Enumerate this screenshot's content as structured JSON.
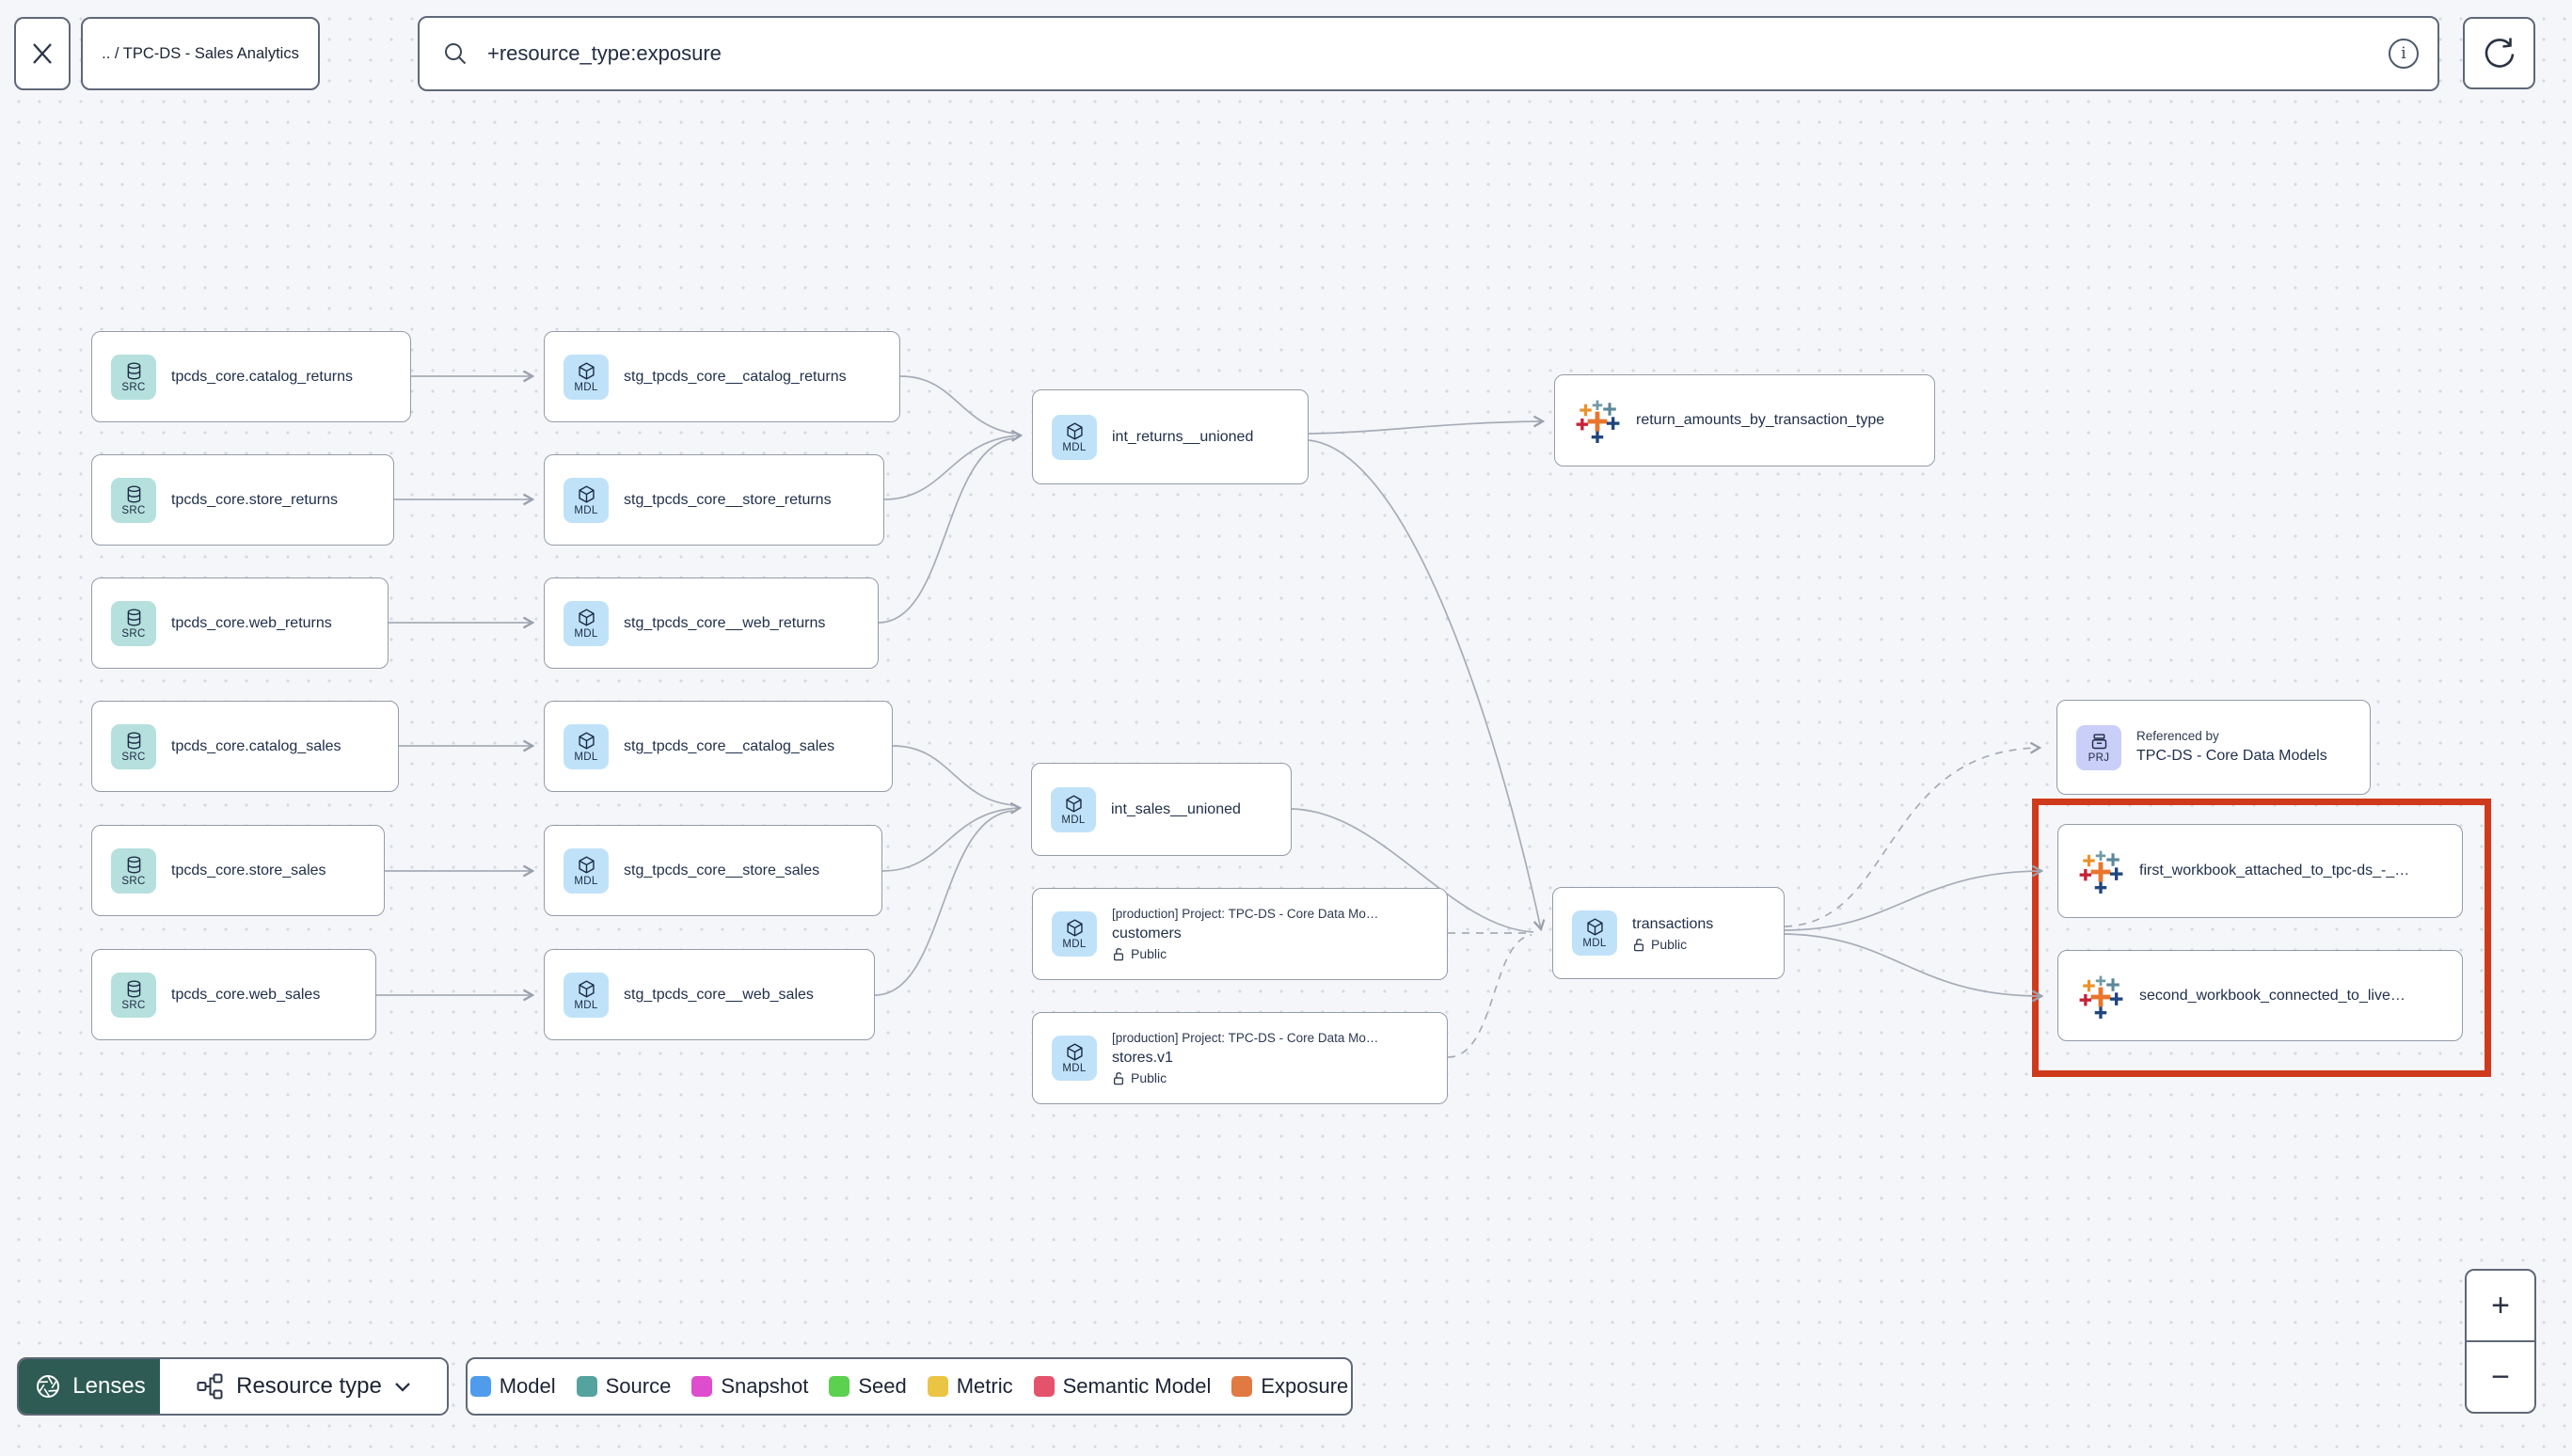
{
  "toolbar": {
    "breadcrumb": ".. / TPC-DS - Sales Analytics",
    "search_value": "+resource_type:exposure"
  },
  "graph": {
    "nodes": [
      {
        "id": "src_catalog_returns",
        "kind": "source",
        "chip": "SRC",
        "label": "tpcds_core.catalog_returns"
      },
      {
        "id": "src_store_returns",
        "kind": "source",
        "chip": "SRC",
        "label": "tpcds_core.store_returns"
      },
      {
        "id": "src_web_returns",
        "kind": "source",
        "chip": "SRC",
        "label": "tpcds_core.web_returns"
      },
      {
        "id": "src_catalog_sales",
        "kind": "source",
        "chip": "SRC",
        "label": "tpcds_core.catalog_sales"
      },
      {
        "id": "src_store_sales",
        "kind": "source",
        "chip": "SRC",
        "label": "tpcds_core.store_sales"
      },
      {
        "id": "src_web_sales",
        "kind": "source",
        "chip": "SRC",
        "label": "tpcds_core.web_sales"
      },
      {
        "id": "stg_catalog_returns",
        "kind": "model",
        "chip": "MDL",
        "label": "stg_tpcds_core__catalog_returns"
      },
      {
        "id": "stg_store_returns",
        "kind": "model",
        "chip": "MDL",
        "label": "stg_tpcds_core__store_returns"
      },
      {
        "id": "stg_web_returns",
        "kind": "model",
        "chip": "MDL",
        "label": "stg_tpcds_core__web_returns"
      },
      {
        "id": "stg_catalog_sales",
        "kind": "model",
        "chip": "MDL",
        "label": "stg_tpcds_core__catalog_sales"
      },
      {
        "id": "stg_store_sales",
        "kind": "model",
        "chip": "MDL",
        "label": "stg_tpcds_core__store_sales"
      },
      {
        "id": "stg_web_sales",
        "kind": "model",
        "chip": "MDL",
        "label": "stg_tpcds_core__web_sales"
      },
      {
        "id": "int_returns",
        "kind": "model",
        "chip": "MDL",
        "label": "int_returns__unioned"
      },
      {
        "id": "int_sales",
        "kind": "model",
        "chip": "MDL",
        "label": "int_sales__unioned"
      },
      {
        "id": "customers",
        "kind": "model",
        "chip": "MDL",
        "project_line": "[production] Project: TPC-DS - Core Data Mo…",
        "label": "customers",
        "badge": "Public"
      },
      {
        "id": "stores",
        "kind": "model",
        "chip": "MDL",
        "project_line": "[production] Project: TPC-DS - Core Data Mo…",
        "label": "stores.v1",
        "badge": "Public"
      },
      {
        "id": "transactions",
        "kind": "model",
        "chip": "MDL",
        "label": "transactions",
        "badge": "Public"
      },
      {
        "id": "exp_return_amounts",
        "kind": "exposure",
        "label": "return_amounts_by_transaction_type"
      },
      {
        "id": "prj_ref",
        "kind": "project",
        "chip": "PRJ",
        "title": "Referenced by",
        "label": "TPC-DS - Core Data Models"
      },
      {
        "id": "exp_first",
        "kind": "exposure",
        "label": "first_workbook_attached_to_tpc-ds_-_…"
      },
      {
        "id": "exp_second",
        "kind": "exposure",
        "label": "second_workbook_connected_to_live…"
      }
    ]
  },
  "footer": {
    "lenses_label": "Lenses",
    "resource_type_label": "Resource type",
    "legend": [
      {
        "label": "Model",
        "color": "#4f9cec"
      },
      {
        "label": "Source",
        "color": "#55a39e"
      },
      {
        "label": "Snapshot",
        "color": "#de4dcd"
      },
      {
        "label": "Seed",
        "color": "#5bd14f"
      },
      {
        "label": "Metric",
        "color": "#ecc444"
      },
      {
        "label": "Semantic Model",
        "color": "#e4536b"
      },
      {
        "label": "Exposure",
        "color": "#e07a42"
      }
    ]
  },
  "zoom_controls": {
    "zoom_in": "+",
    "zoom_out": "−"
  },
  "colors": {
    "highlight_box": "#cf3a1c",
    "source_chip": "#b5e0dd",
    "model_chip": "#bfe2f9",
    "project_chip": "#c9cff8",
    "lenses_bg": "#2e5b53"
  }
}
